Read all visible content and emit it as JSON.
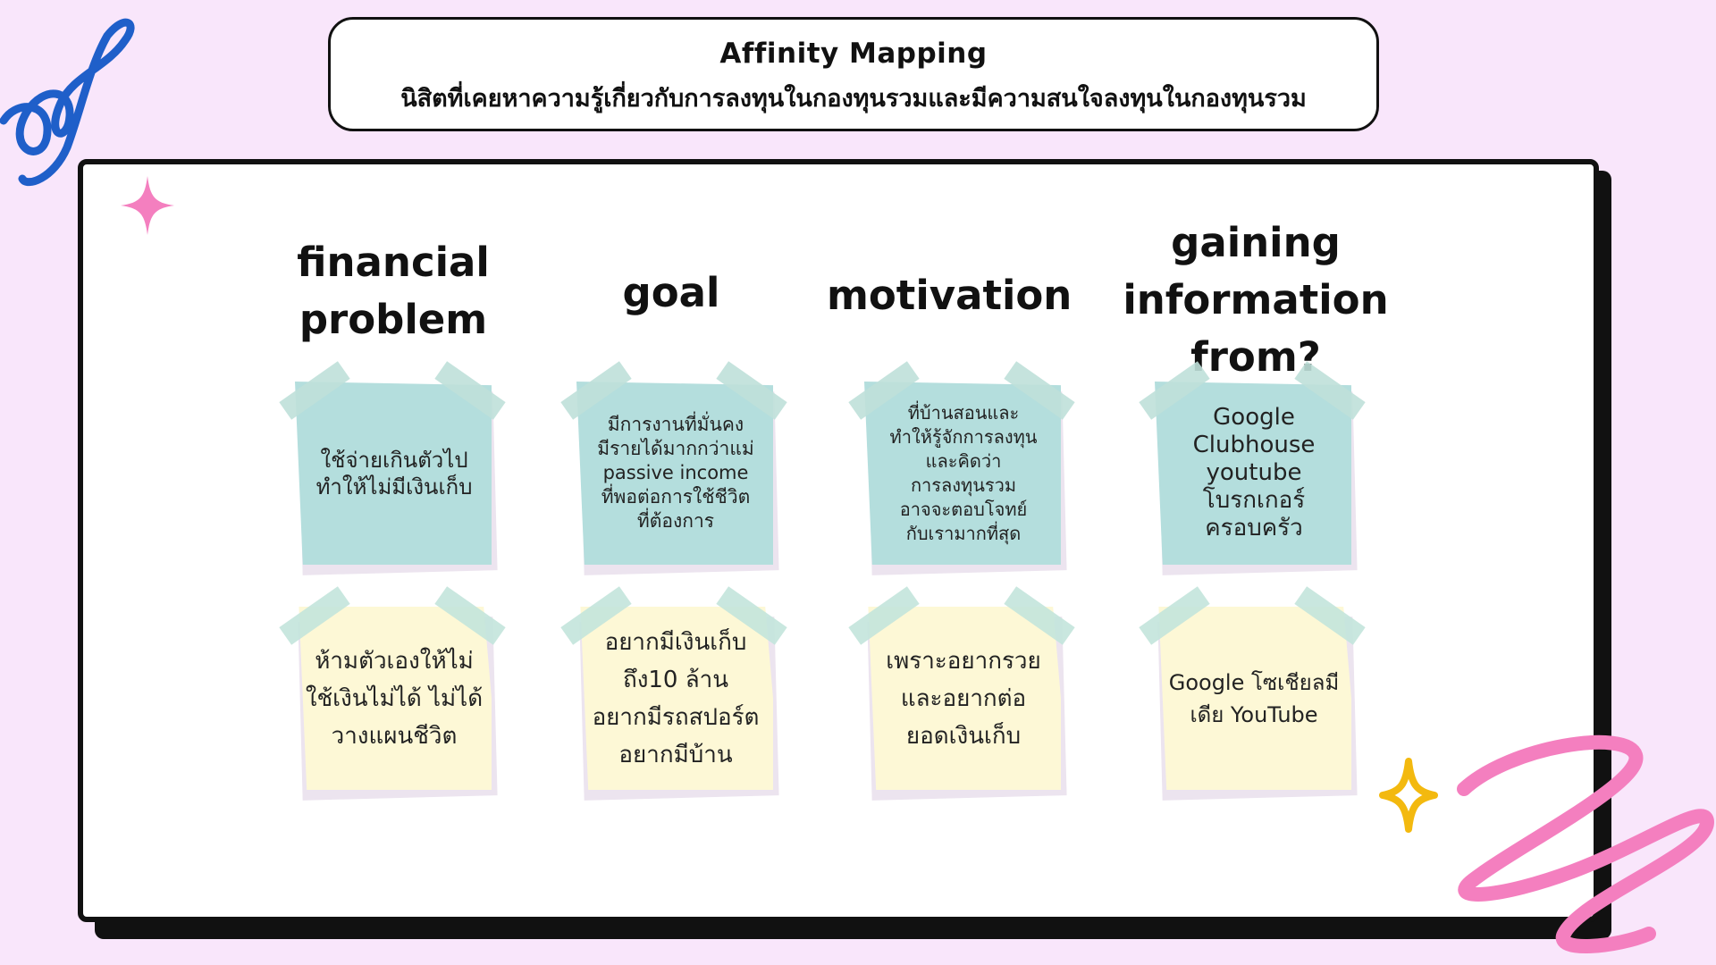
{
  "title": {
    "main": "Affinity Mapping",
    "sub": "นิสิตที่เคยหาความรู้เกี่ยวกับการลงทุนในกองทุนรวมและมีความสนใจลงทุนในกองทุนรวม"
  },
  "columns": [
    {
      "heading": "financial\nproblem",
      "notes": [
        {
          "color": "teal",
          "text": "ใช้จ่ายเกินตัวไป\nทำให้ไม่มีเงินเก็บ"
        },
        {
          "color": "yellow",
          "text": "ห้ามตัวเองให้ไม่\nใช้เงินไม่ได้ ไม่ได้\nวางแผนชีวิต"
        }
      ]
    },
    {
      "heading": "goal",
      "notes": [
        {
          "color": "teal",
          "text": "มีการงานที่มั่นคง\nมีรายได้มากกว่าแม่\npassive income\nที่พอต่อการใช้ชีวิต\nที่ต้องการ"
        },
        {
          "color": "yellow",
          "text": "อยากมีเงินเก็บ\nถึง10 ล้าน\nอยากมีรถสปอร์ต\nอยากมีบ้าน"
        }
      ]
    },
    {
      "heading": "motivation",
      "notes": [
        {
          "color": "teal",
          "text": "ที่บ้านสอนและ\nทำให้รู้จักการลงทุน\nและคิดว่า\nการลงทุนรวม\nอาจจะตอบโจทย์\nกับเรามากที่สุด"
        },
        {
          "color": "yellow",
          "text": "เพราะอยากรวย\nและอยากต่อ\nยอดเงินเก็บ"
        }
      ]
    },
    {
      "heading": "gaining\ninformation from?",
      "notes": [
        {
          "color": "teal",
          "text": "Google\nClubhouse\nyoutube\nโบรกเกอร์\nครอบครัว"
        },
        {
          "color": "yellow",
          "text": "Google โซเชียลมี\nเดีย YouTube"
        }
      ]
    }
  ],
  "colors": {
    "background": "#f9e6fb",
    "teal_note": "#b4dedd",
    "yellow_note": "#fdf8d6",
    "blue_squiggle": "#1f5fc9",
    "pink_accent": "#f47fbf",
    "yellow_sparkle": "#f3b90f"
  }
}
